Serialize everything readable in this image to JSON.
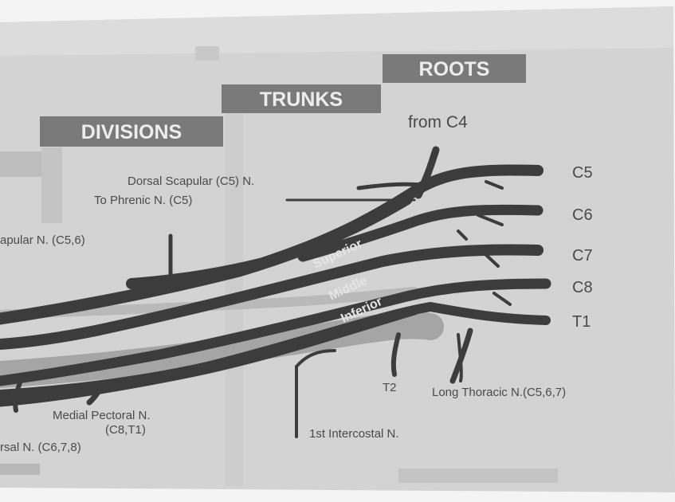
{
  "headers": {
    "roots": "ROOTS",
    "trunks": "TRUNKS",
    "divisions": "DIVISIONS"
  },
  "root_source": "from C4",
  "roots": [
    "C5",
    "C6",
    "C7",
    "C8",
    "T1"
  ],
  "trunks": [
    "Superior",
    "Middle",
    "Inferior"
  ],
  "nerves": {
    "dorsal_scapular": "Dorsal Scapular (C5) N.",
    "to_phrenic": "To Phrenic N. (C5)",
    "suprascapular": "apular N. (C5,6)",
    "medial_pectoral_line1": "Medial Pectoral N.",
    "medial_pectoral_line2": "(C8,T1)",
    "thoracodorsal": "rsal N. (C6,7,8)",
    "first_intercostal": "1st Intercostal N.",
    "t2": "T2",
    "long_thoracic": "Long Thoracic N.(C5,6,7)"
  },
  "colors": {
    "background": "#f4f4f4",
    "page": "#d6d6d6",
    "header_box": "#7a7a7a",
    "header_text": "#ededed",
    "nerve": "#3c3c3c",
    "label": "#4a4a4a"
  }
}
